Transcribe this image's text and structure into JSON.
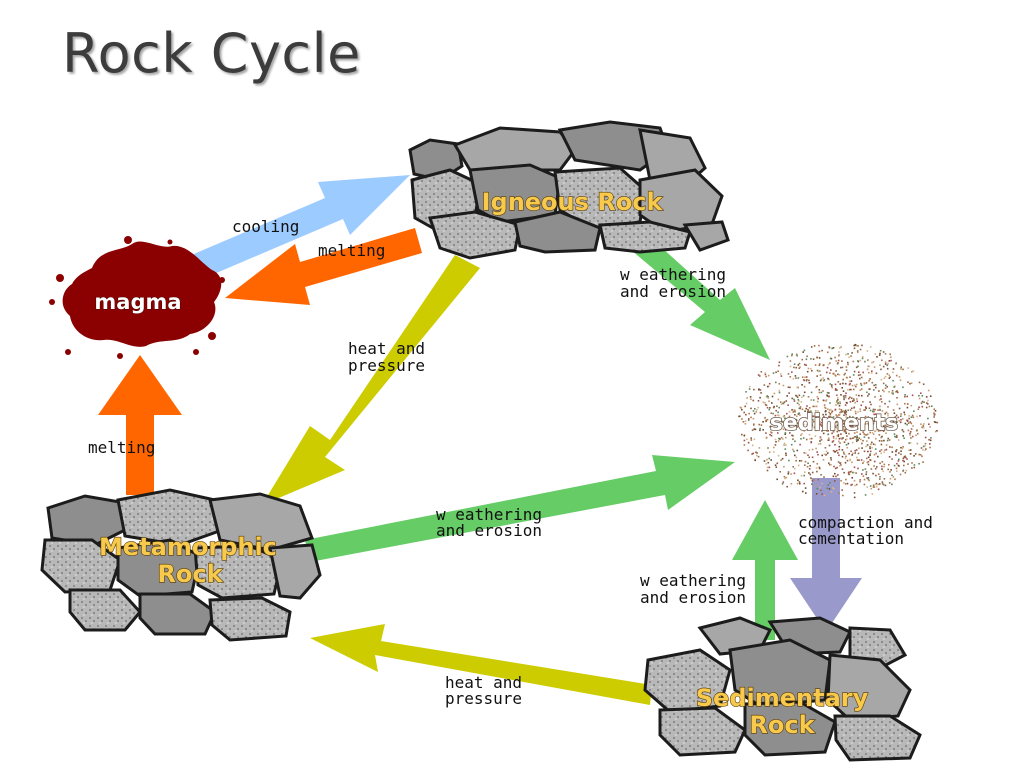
{
  "title": "Rock Cycle",
  "nodes": {
    "igneous": "Igneous Rock",
    "magma": "magma",
    "sediments": "sediments",
    "metamorphic_line1": "Metamorphic",
    "metamorphic_line2": "Rock",
    "sedimentary_line1": "Sedimentary",
    "sedimentary_line2": "Rock"
  },
  "edges": {
    "cooling": "cooling",
    "melting_top": "melting",
    "weathering_top_1": "w eathering",
    "weathering_top_2": "and erosion",
    "heat_top_1": "heat and",
    "heat_top_2": "pressure",
    "melting_left": "melting",
    "weathering_mid_1": "w eathering",
    "weathering_mid_2": "and erosion",
    "compaction_1": "compaction and",
    "compaction_2": "cementation",
    "weathering_low_1": "w eathering",
    "weathering_low_2": "and erosion",
    "heat_bottom_1": "heat and",
    "heat_bottom_2": "pressure"
  },
  "colors": {
    "cooling_arrow": "#9ccbff",
    "melting_arrow": "#ff6600",
    "weathering_arrow": "#66cc66",
    "heat_arrow": "#cccc00",
    "compaction_arrow": "#9999cc",
    "magma": "#8b0000",
    "node_label": "#f7c94d"
  }
}
